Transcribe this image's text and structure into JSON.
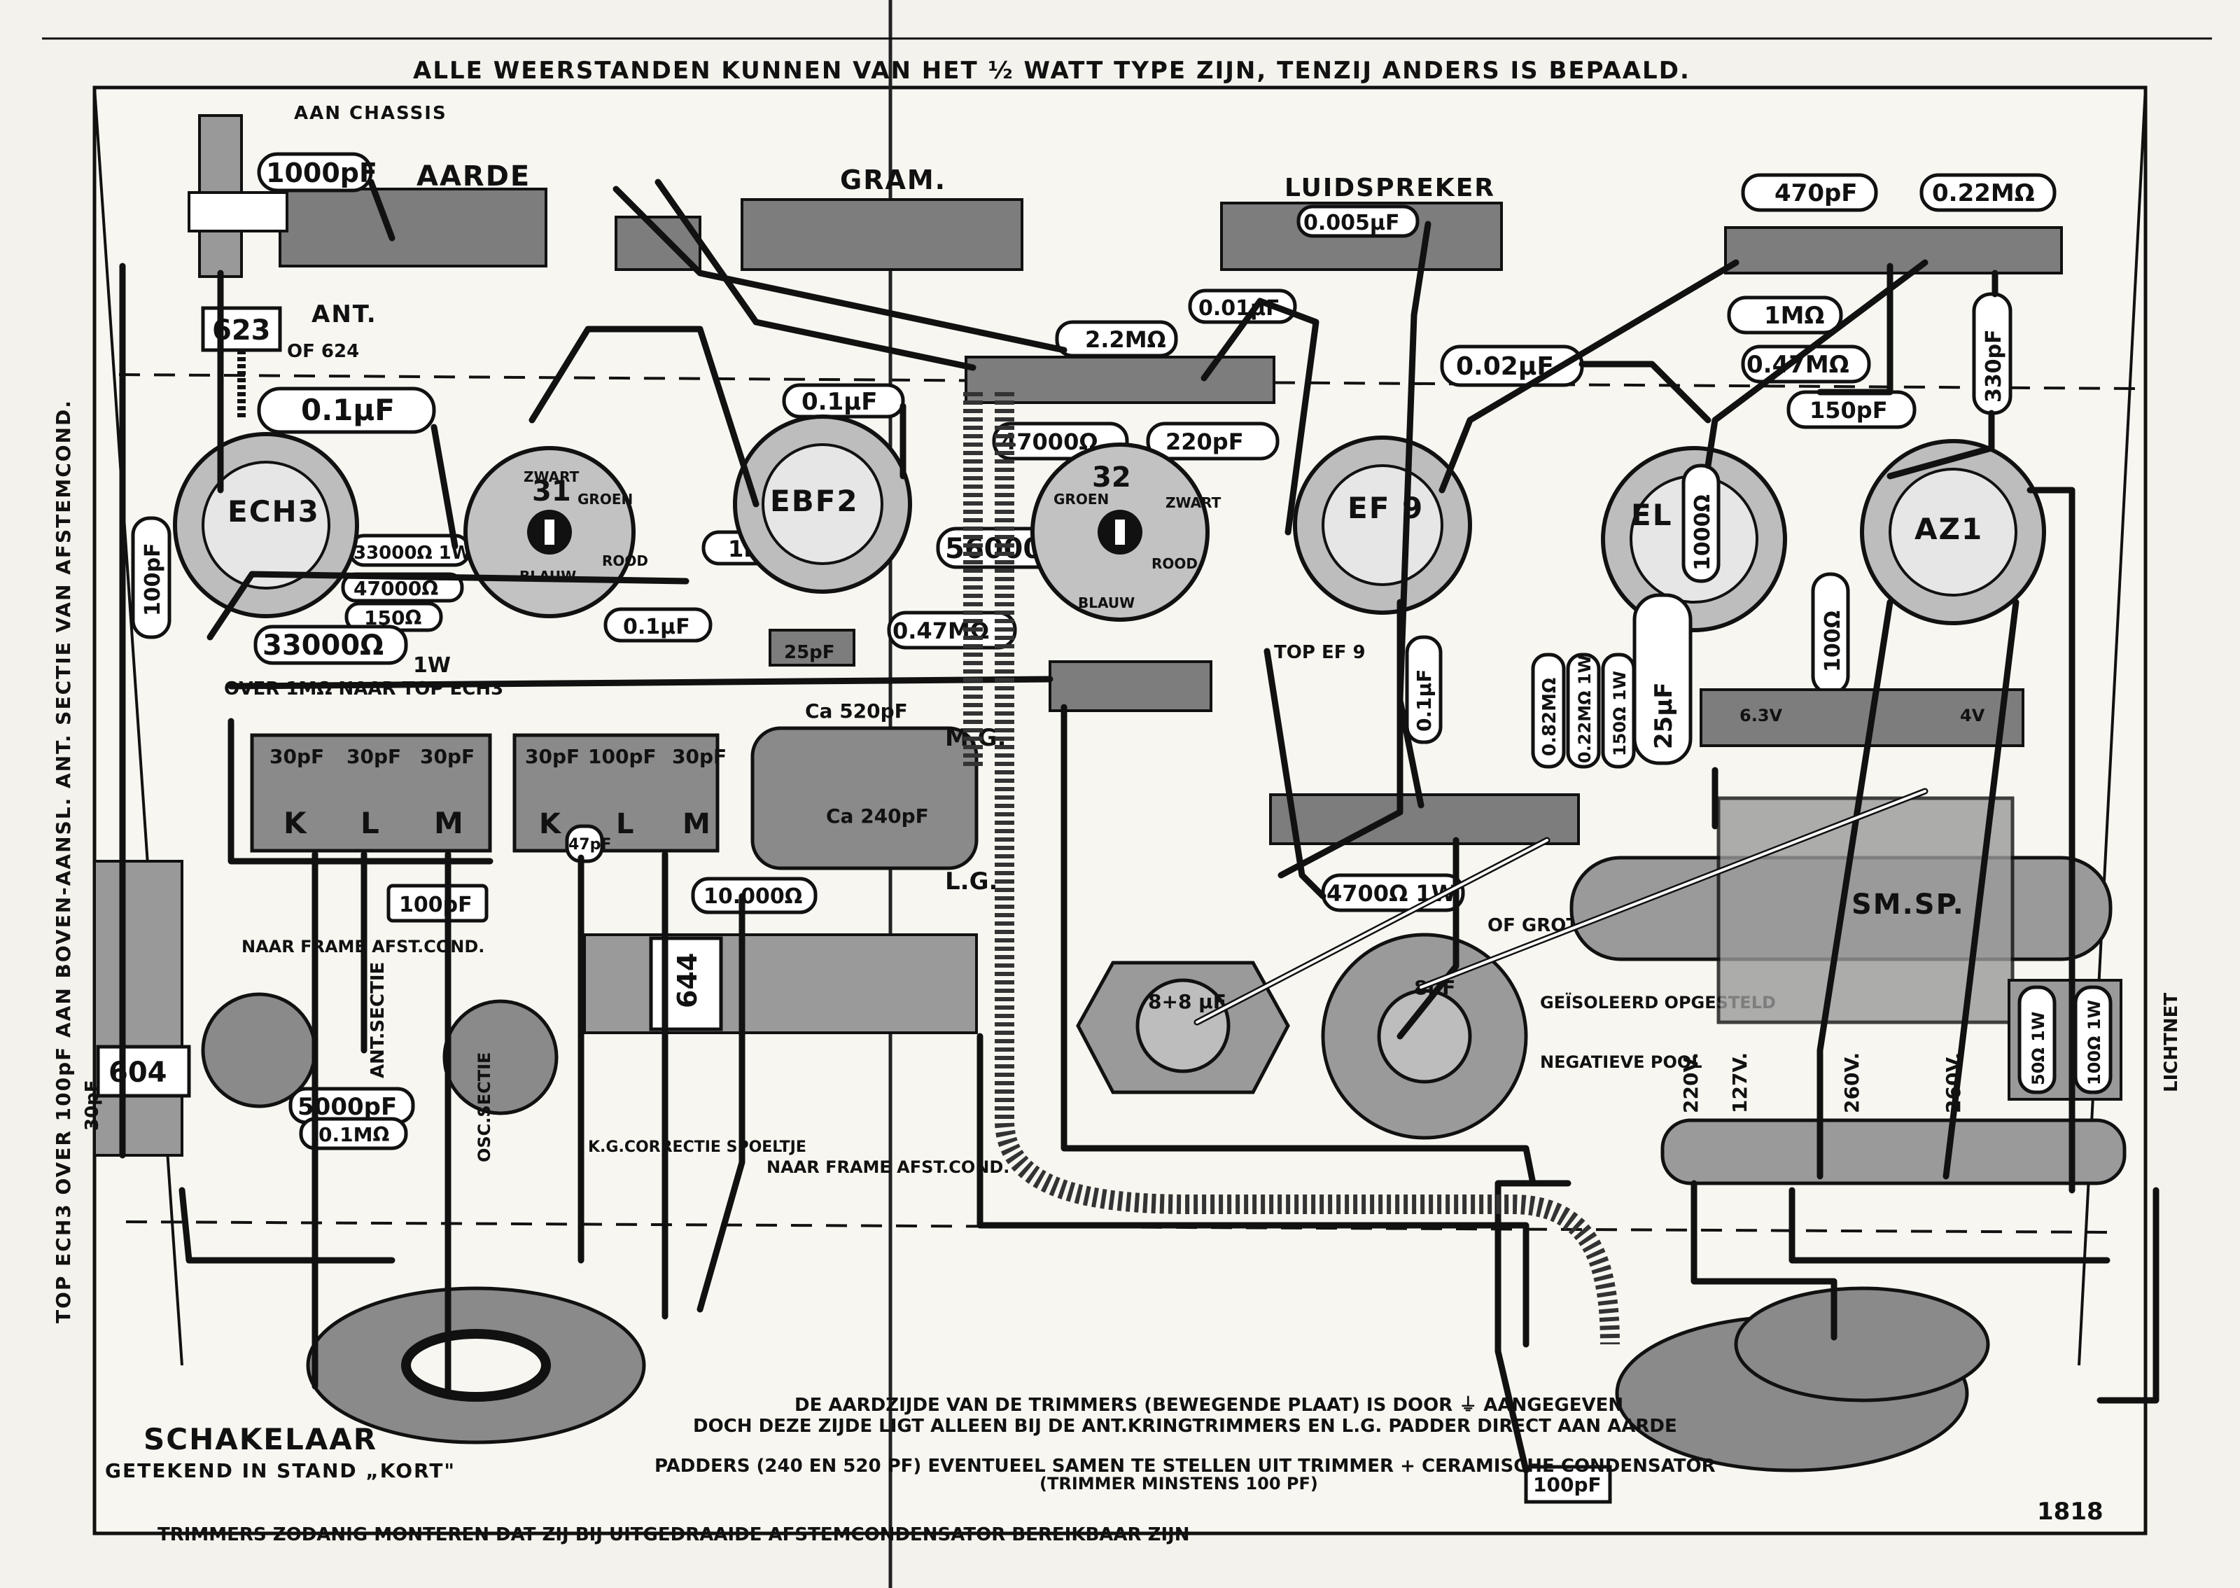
{
  "header": {
    "top_note": "ALLE WEERSTANDEN KUNNEN VAN HET ½ WATT TYPE ZIJN, TENZIJ ANDERS IS BEPAALD."
  },
  "side_note": "TOP ECH3 OVER 100pF AAN BOVEN-AANSL. ANT. SECTIE VAN AFSTEMCOND.",
  "terminal_strips": {
    "aarde": "AARDE",
    "aan_chassis": "AAN CHASSIS",
    "ant": "ANT.",
    "gram": "GRAM.",
    "luidspreker": "LUIDSPREKER"
  },
  "tubes": {
    "ech3": "ECH3",
    "ebf2": "EBF2",
    "ef9": "EF 9",
    "el3": "EL 3",
    "az1": "AZ1",
    "top_ef9": "TOP EF 9"
  },
  "coils": {
    "coil31": "31",
    "coil32": "32",
    "zwart": "ZWART",
    "groen": "GROEN",
    "blauw": "BLAUW",
    "rood": "ROOD",
    "coil623": "623",
    "of624": "OF 624",
    "coil604": "604",
    "coil644": "644"
  },
  "components": {
    "c1000pf": "1000pF",
    "c01uf_ech3": "0.1µF",
    "c01uf_ebf2": "0.1µF",
    "c01uf_mid": "0.1µF",
    "c01uf_vert": "0.1µF",
    "c0005uf": "0.005µF",
    "c001uf": "0.01µF",
    "c002uf": "0.02µF",
    "c470pf": "470pF",
    "r022m_top": "0.22MΩ",
    "r1m_top": "1MΩ",
    "r047m_top": "0.47MΩ",
    "c150pf": "150pF",
    "c330pf": "330pF",
    "r22m": "2.2MΩ",
    "r47000_top": "47000Ω",
    "c220pf": "220pF",
    "r56000": "56000Ω",
    "r1m_mid": "1MΩ",
    "r047m_mid": "0.47MΩ",
    "c25pf": "25pF",
    "r33000_1w_a": "33000Ω 1W",
    "r47000_ech3": "47000Ω",
    "r150": "150Ω",
    "r33000": "33000Ω",
    "w1w": "1W",
    "c100pf_vert": "100pF",
    "r1000": "1000Ω",
    "r100": "100Ω",
    "r082m": "0.82MΩ",
    "r022m_1w": "0.22MΩ 1W",
    "r150_1w": "150Ω 1W",
    "c25uf": "25µF",
    "v63": "6.3V",
    "v4": "4V",
    "r4700_1w": "4700Ω 1W",
    "r10000": "10.000Ω",
    "c100pf_mid": "100pF",
    "c47pf": "47pF",
    "c5000pf": "5000pF",
    "r01m": "0.1MΩ",
    "c30pf_side": "30pF",
    "c100pf_bottom": "100pF",
    "r50_1w": "50Ω 1W",
    "r100_1w": "100Ω 1W"
  },
  "trimmers": {
    "t1": "30pF",
    "t2": "30pF",
    "t3": "30pF",
    "k1": "K",
    "l1": "L",
    "m1": "M",
    "t4": "30pF",
    "t5": "100pF",
    "t6": "30pF",
    "k2": "K",
    "l2": "L",
    "m2": "M",
    "over_1m": "OVER 1MΩ NAAR TOP ECH3",
    "ca520": "Ca 520pF",
    "ca240": "Ca 240pF",
    "mg": "M.G.",
    "lg": "L.G."
  },
  "labels": {
    "naar_frame_1": "NAAR FRAME AFST.COND.",
    "ant_sectie": "ANT.SECTIE",
    "osc_sectie": "OSC.SECTIE",
    "kg_correctie": "K.G.CORRECTIE SPOELTJE",
    "naar_frame_2": "NAAR FRAME AFST.COND.",
    "elco_88": "8+8 µF",
    "elco_8": "8µF",
    "of_groter": "OF GROTER",
    "geisoleerd": "GEÏSOLEERD OPGESTELD",
    "negatieve_pool": "NEGATIEVE POOL",
    "sm_sp": "SM.SP.",
    "v220": "220V.",
    "v127": "127V.",
    "v260a": "260V.",
    "v260b": "260V.",
    "lichtnet": "LICHTNET"
  },
  "switch": {
    "title": "SCHAKELAAR",
    "subtitle": "GETEKEND IN STAND „KORT\""
  },
  "notes": {
    "trimmers_earth_1": "DE AARDZIJDE VAN DE TRIMMERS (BEWEGENDE PLAAT) IS DOOR ⏚ AANGEGEVEN",
    "trimmers_earth_2": "DOCH DEZE ZIJDE LIGT ALLEEN BIJ DE ANT.KRINGTRIMMERS EN L.G. PADDER DIRECT AAN AARDE",
    "padders_1": "PADDERS (240 EN 520 PF) EVENTUEEL SAMEN TE STELLEN UIT TRIMMER + CERAMISCHE CONDENSATOR",
    "padders_2": "(TRIMMER MINSTENS 100 PF)",
    "bottom": "TRIMMERS ZODANIG MONTEREN DAT ZIJ BIJ UITGEDRAAIDE AFSTEMCONDENSATOR BEREIKBAAR ZIJN",
    "figure_number": "1818"
  }
}
